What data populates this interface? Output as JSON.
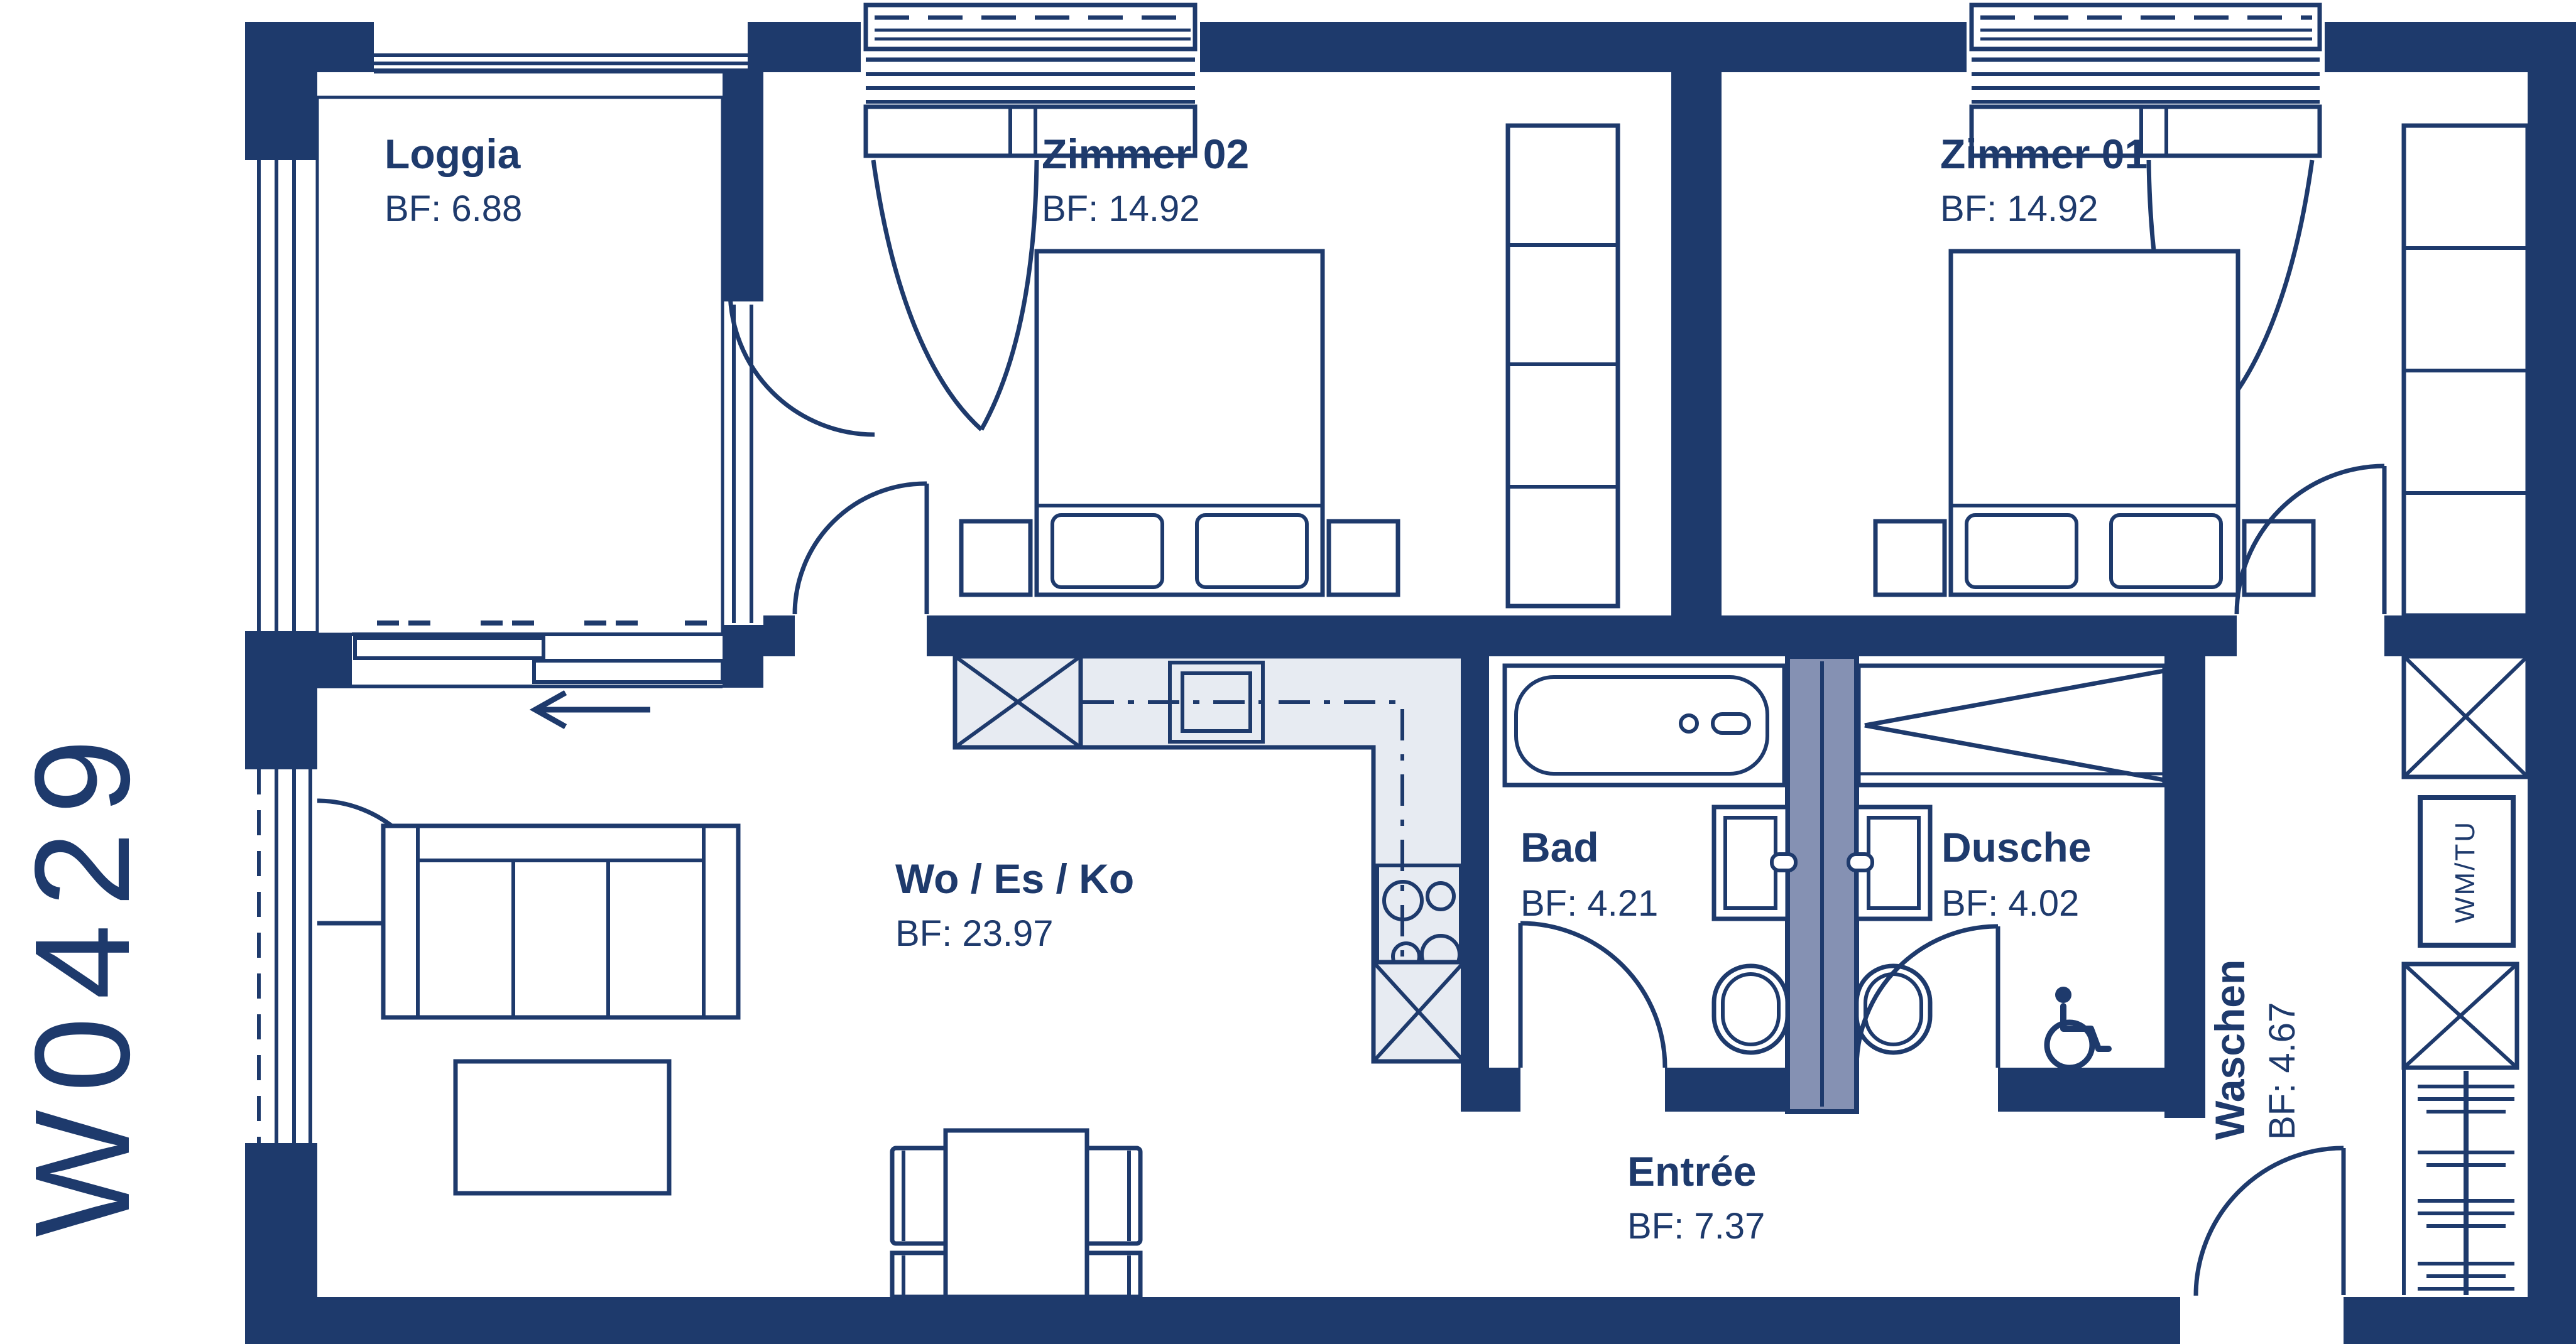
{
  "plan": {
    "unit_id": "W0429",
    "rooms": {
      "loggia": {
        "name": "Loggia",
        "area_label": "BF: 6.88"
      },
      "zimmer02": {
        "name": "Zimmer 02",
        "area_label": "BF: 14.92"
      },
      "zimmer01": {
        "name": "Zimmer 01",
        "area_label": "BF: 14.92"
      },
      "wohnen": {
        "name": "Wo / Es / Ko",
        "area_label": "BF: 23.97"
      },
      "bad": {
        "name": "Bad",
        "area_label": "BF: 4.21"
      },
      "dusche": {
        "name": "Dusche",
        "area_label": "BF: 4.02"
      },
      "waschen": {
        "name": "Waschen",
        "area_label": "BF: 4.67"
      },
      "entree": {
        "name": "Entrée",
        "area_label": "BF: 7.37"
      }
    },
    "appliances": {
      "washer_dryer": "WM/TU"
    },
    "icons": [
      "wheelchair-accessible-icon",
      "sliding-door-arrow-icon"
    ],
    "colors": {
      "wall": "#1e3a6c",
      "fixture_fill": "#e7ebf2",
      "shaft_fill": "#8591b3",
      "background": "#ffffff"
    }
  }
}
